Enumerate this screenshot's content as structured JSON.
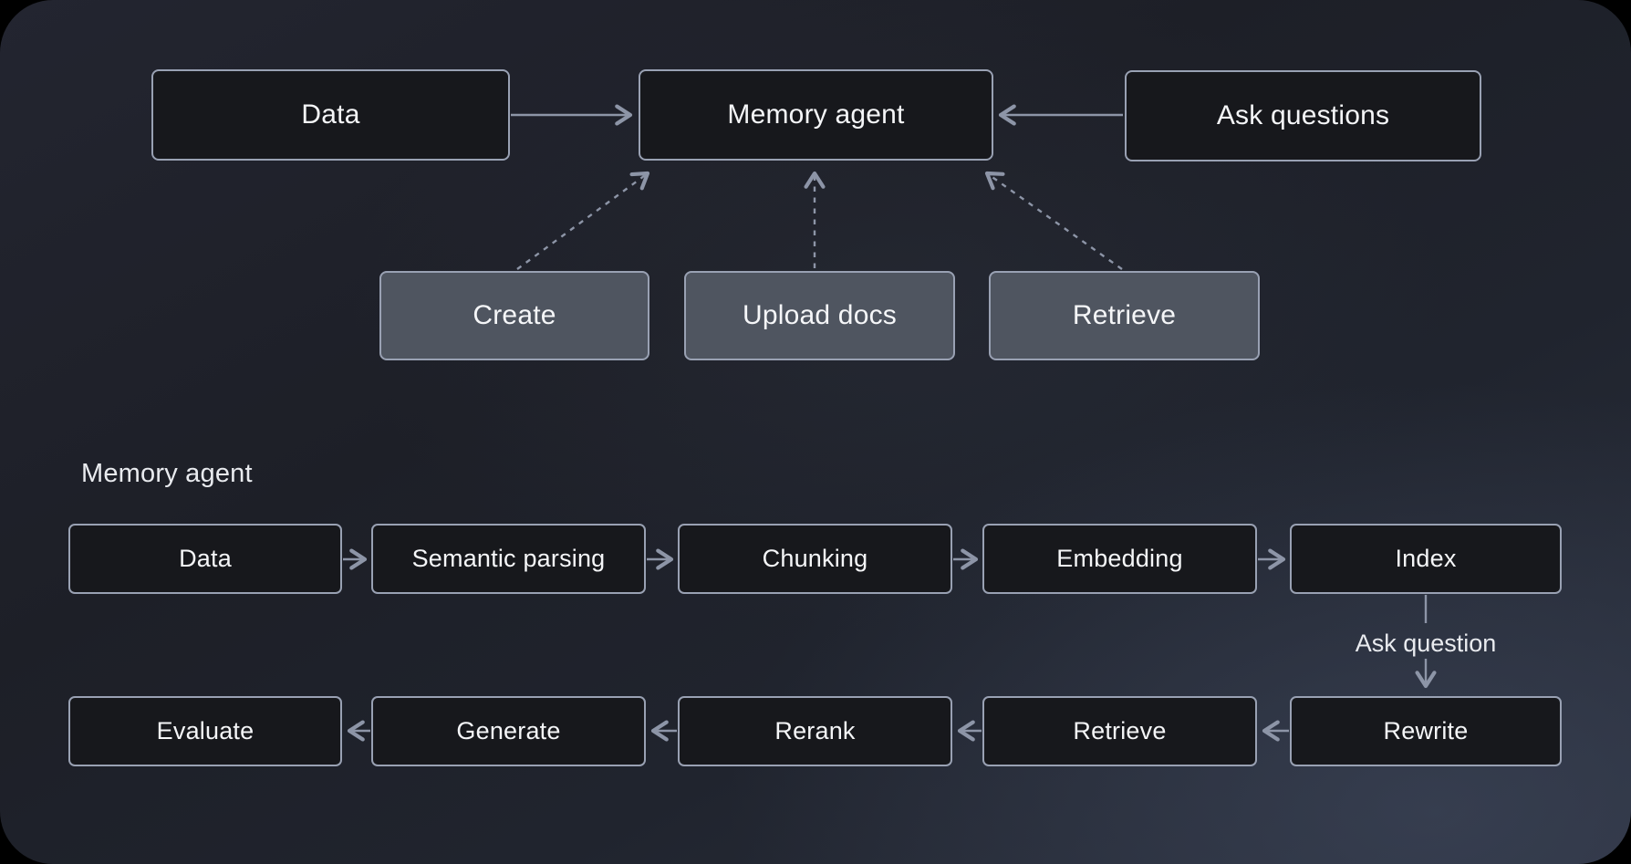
{
  "colors": {
    "bg-outer": "#000000",
    "node-border": "#99a1b3",
    "node-dark-fill": "#17181c",
    "node-gray-fill": "#4f5560",
    "arrow": "#8d95a7",
    "text": "#f5f6f8",
    "label": "#e9ebef"
  },
  "diagram": {
    "overview": {
      "data": "Data",
      "memory_agent": "Memory agent",
      "ask_questions": "Ask questions",
      "create": "Create",
      "upload_docs": "Upload docs",
      "retrieve": "Retrieve"
    },
    "pipeline": {
      "section_label": "Memory agent",
      "row1": [
        "Data",
        "Semantic parsing",
        "Chunking",
        "Embedding",
        "Index"
      ],
      "ask_question": "Ask question",
      "row2": [
        "Evaluate",
        "Generate",
        "Rerank",
        "Retrieve",
        "Rewrite"
      ]
    }
  }
}
